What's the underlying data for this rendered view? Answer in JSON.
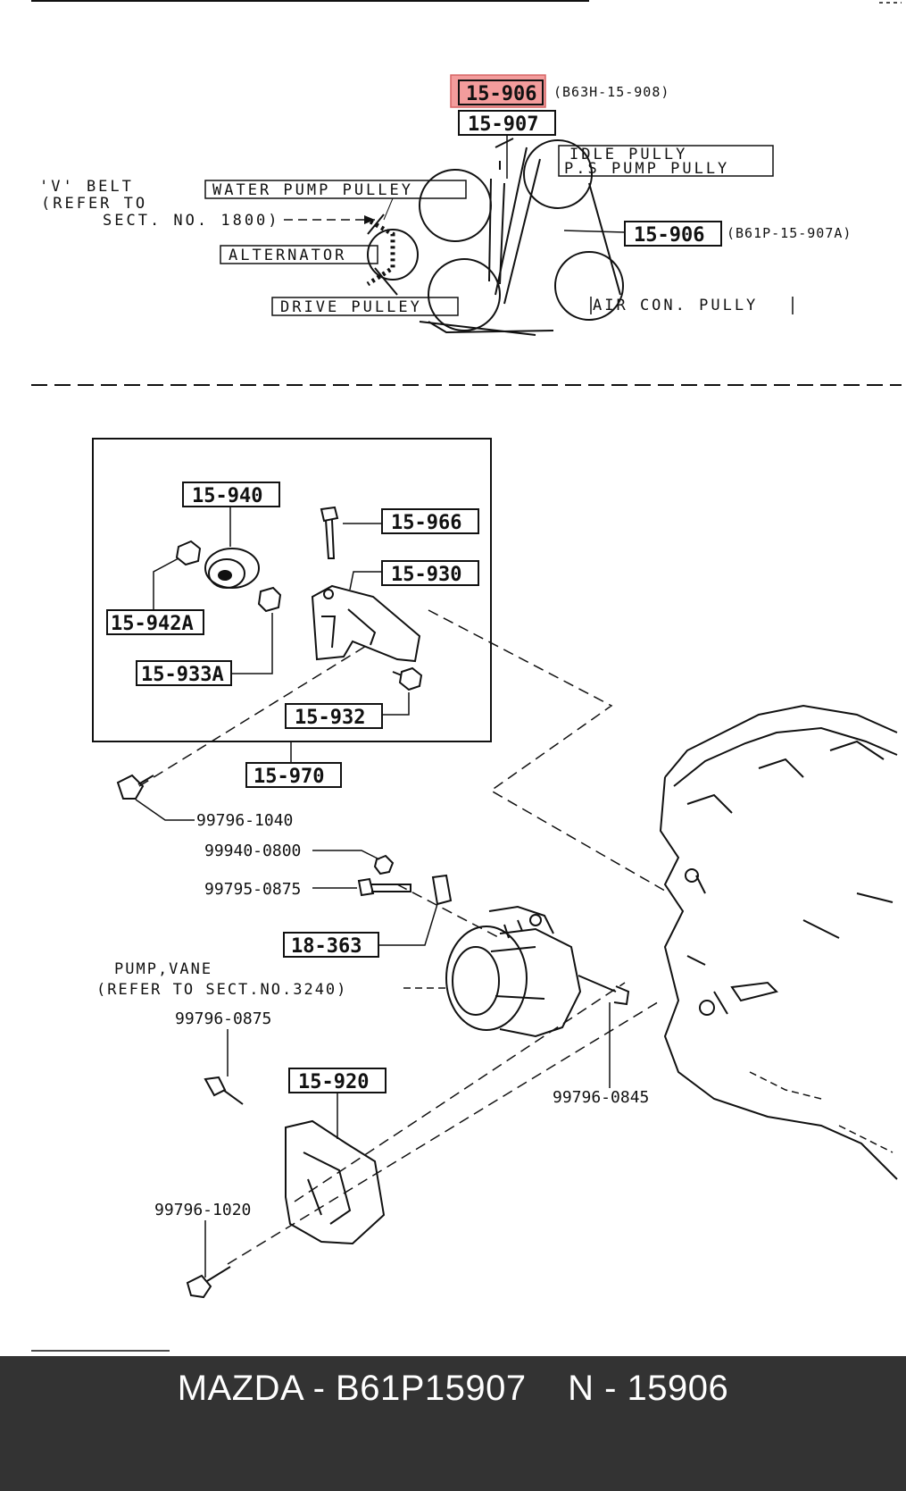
{
  "diagram": {
    "top_section": {
      "highlighted_part": "15-906",
      "highlighted_ref": "(B63H-15-908)",
      "belt_part": "15-907",
      "idle_pulley_label": "IDLE PULLY",
      "ps_pump_pulley_label": "P.S PUMP PULLY",
      "v_belt_line1": "'V' BELT",
      "v_belt_line2": "(REFER TO",
      "v_belt_line3": "SECT. NO. 1800)",
      "water_pump_pulley_label": "WATER PUMP PULLEY",
      "alternator_label": "ALTERNATOR",
      "drive_pulley_label": "DRIVE PULLEY",
      "air_con_pulley_label": "AIR CON. PULLY",
      "belt_part_2": "15-906",
      "belt_part_2_ref": "(B61P-15-907A)"
    },
    "bottom_section": {
      "p15_940": "15-940",
      "p15_966": "15-966",
      "p15_930": "15-930",
      "p15_942A": "15-942A",
      "p15_933A": "15-933A",
      "p15_932": "15-932",
      "p15_970": "15-970",
      "p99796_1040": "99796-1040",
      "p99940_0800": "99940-0800",
      "p99795_0875": "99795-0875",
      "p18_363": "18-363",
      "pump_vane_line1": "PUMP,VANE",
      "pump_vane_line2": "(REFER TO SECT.NO.3240)",
      "p99796_0875": "99796-0875",
      "p15_920": "15-920",
      "p99796_0845": "99796-0845",
      "p99796_1020": "99796-1020"
    },
    "highlight_color": "#f28b8b"
  },
  "footer": {
    "caption": "MAZDA - B61P15907    N - 15906",
    "background": "#333333"
  }
}
